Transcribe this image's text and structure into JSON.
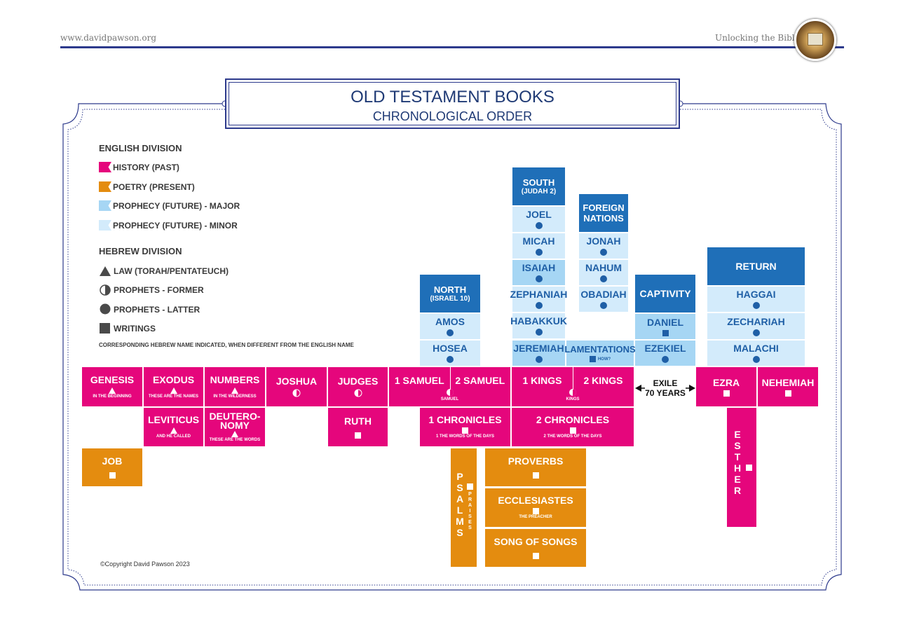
{
  "header": {
    "url": "www.davidpawson.org",
    "series": "Unlocking the Bible"
  },
  "title": {
    "main": "OLD TESTAMENT BOOKS",
    "sub": "CHRONOLOGICAL ORDER"
  },
  "legend": {
    "english_heading": "ENGLISH DIVISION",
    "history": "HISTORY (PAST)",
    "poetry": "POETRY (PRESENT)",
    "major": "PROPHECY (FUTURE) - MAJOR",
    "minor": "PROPHECY (FUTURE) - MINOR",
    "hebrew_heading": "HEBREW DIVISION",
    "law": "LAW (TORAH/PENTATEUCH)",
    "former": "PROPHETS - FORMER",
    "latter": "PROPHETS - LATTER",
    "writings": "WRITINGS",
    "note": "CORRESPONDING HEBREW NAME INDICATED, WHEN DIFFERENT FROM THE ENGLISH NAME",
    "colors": {
      "history": "#e5067c",
      "poetry": "#e48c0f",
      "major": "#a6d6f4",
      "minor": "#d3ebfb",
      "heading": "#1f6fb8"
    }
  },
  "books": {
    "genesis": {
      "name": "GENESIS",
      "sub": "IN THE BEGINNING"
    },
    "exodus": {
      "name": "EXODUS",
      "sub": "THESE ARE THE NAMES"
    },
    "numbers": {
      "name": "NUMBERS",
      "sub": "IN THE WILDERNESS"
    },
    "joshua": {
      "name": "JOSHUA"
    },
    "judges": {
      "name": "JUDGES"
    },
    "samuel1": {
      "name": "1 SAMUEL"
    },
    "samuel2": {
      "name": "2 SAMUEL"
    },
    "samuel_sub": "SAMUEL",
    "kings1": {
      "name": "1 KINGS"
    },
    "kings2": {
      "name": "2 KINGS"
    },
    "kings_sub": "KINGS",
    "ezra": {
      "name": "EZRA"
    },
    "nehemiah": {
      "name": "NEHEMIAH"
    },
    "leviticus": {
      "name": "LEVITICUS",
      "sub": "AND HE CALLED"
    },
    "deuteronomy": {
      "name1": "DEUTERO-",
      "name2": "NOMY",
      "sub": "THESE ARE THE WORDS"
    },
    "ruth": {
      "name": "RUTH"
    },
    "chronicles1": {
      "name": "1 CHRONICLES",
      "sub": "1 THE WORDS OF THE DAYS"
    },
    "chronicles2": {
      "name": "2 CHRONICLES",
      "sub": "2 THE WORDS OF THE DAYS"
    },
    "job": {
      "name": "JOB"
    },
    "psalms": {
      "letters": [
        "P",
        "S",
        "A",
        "L",
        "M",
        "S"
      ],
      "sub": [
        "P",
        "R",
        "A",
        "I",
        "S",
        "E",
        "S"
      ]
    },
    "proverbs": {
      "name": "PROVERBS"
    },
    "ecclesiastes": {
      "name": "ECCLESIASTES",
      "sub": "THE PREACHER"
    },
    "song": {
      "name": "SONG OF SONGS"
    },
    "esther": {
      "letters": [
        "E",
        "S",
        "T",
        "H",
        "E",
        "R"
      ]
    }
  },
  "prophets": {
    "north": {
      "head1": "NORTH",
      "head2": "(ISRAEL 10)",
      "books": [
        "AMOS",
        "HOSEA"
      ]
    },
    "south": {
      "head1": "SOUTH",
      "head2": "(JUDAH 2)",
      "books": [
        "JOEL",
        "MICAH",
        "ISAIAH",
        "ZEPHANIAH",
        "HABAKKUK",
        "JEREMIAH"
      ]
    },
    "foreign": {
      "head1": "FOREIGN",
      "head2": "NATIONS",
      "books": [
        "JONAH",
        "NAHUM",
        "OBADIAH"
      ]
    },
    "lamentations": {
      "name": "LAMENTATIONS",
      "sub": "HOW?"
    },
    "captivity": {
      "head": "CAPTIVITY",
      "books": [
        "DANIEL",
        "EZEKIEL"
      ]
    },
    "return": {
      "head": "RETURN",
      "books": [
        "HAGGAI",
        "ZECHARIAH",
        "MALACHI"
      ]
    }
  },
  "exile": {
    "label": "EXILE",
    "years": "70 YEARS"
  },
  "copyright": "©Copyright David Pawson 2023"
}
